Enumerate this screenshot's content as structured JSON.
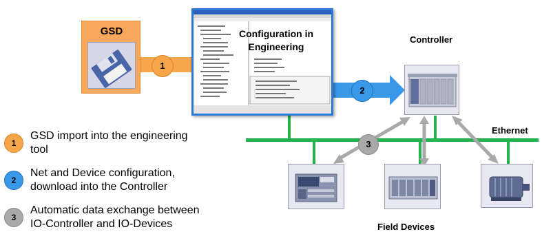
{
  "gsd": {
    "title": "GSD"
  },
  "configuration": {
    "title_line1": "Configuration in",
    "title_line2": "Engineering"
  },
  "controller": {
    "label": "Controller"
  },
  "network": {
    "label": "Ethernet"
  },
  "field_devices": {
    "label": "Field Devices"
  },
  "steps": [
    {
      "number": "1",
      "color": "#f7a64a",
      "line1": "GSD import into the engineering",
      "line2": "tool"
    },
    {
      "number": "2",
      "color": "#3a98e8",
      "line1": "Net and Device configuration,",
      "line2": "download into the Controller"
    },
    {
      "number": "3",
      "color": "#a9a9a9",
      "line1": "Automatic data exchange between",
      "line2": "IO-Controller and IO-Devices"
    }
  ],
  "colors": {
    "orange": "#f7a64a",
    "blue": "#3a98e8",
    "green": "#22b24c",
    "gray": "#a9a9a9"
  }
}
